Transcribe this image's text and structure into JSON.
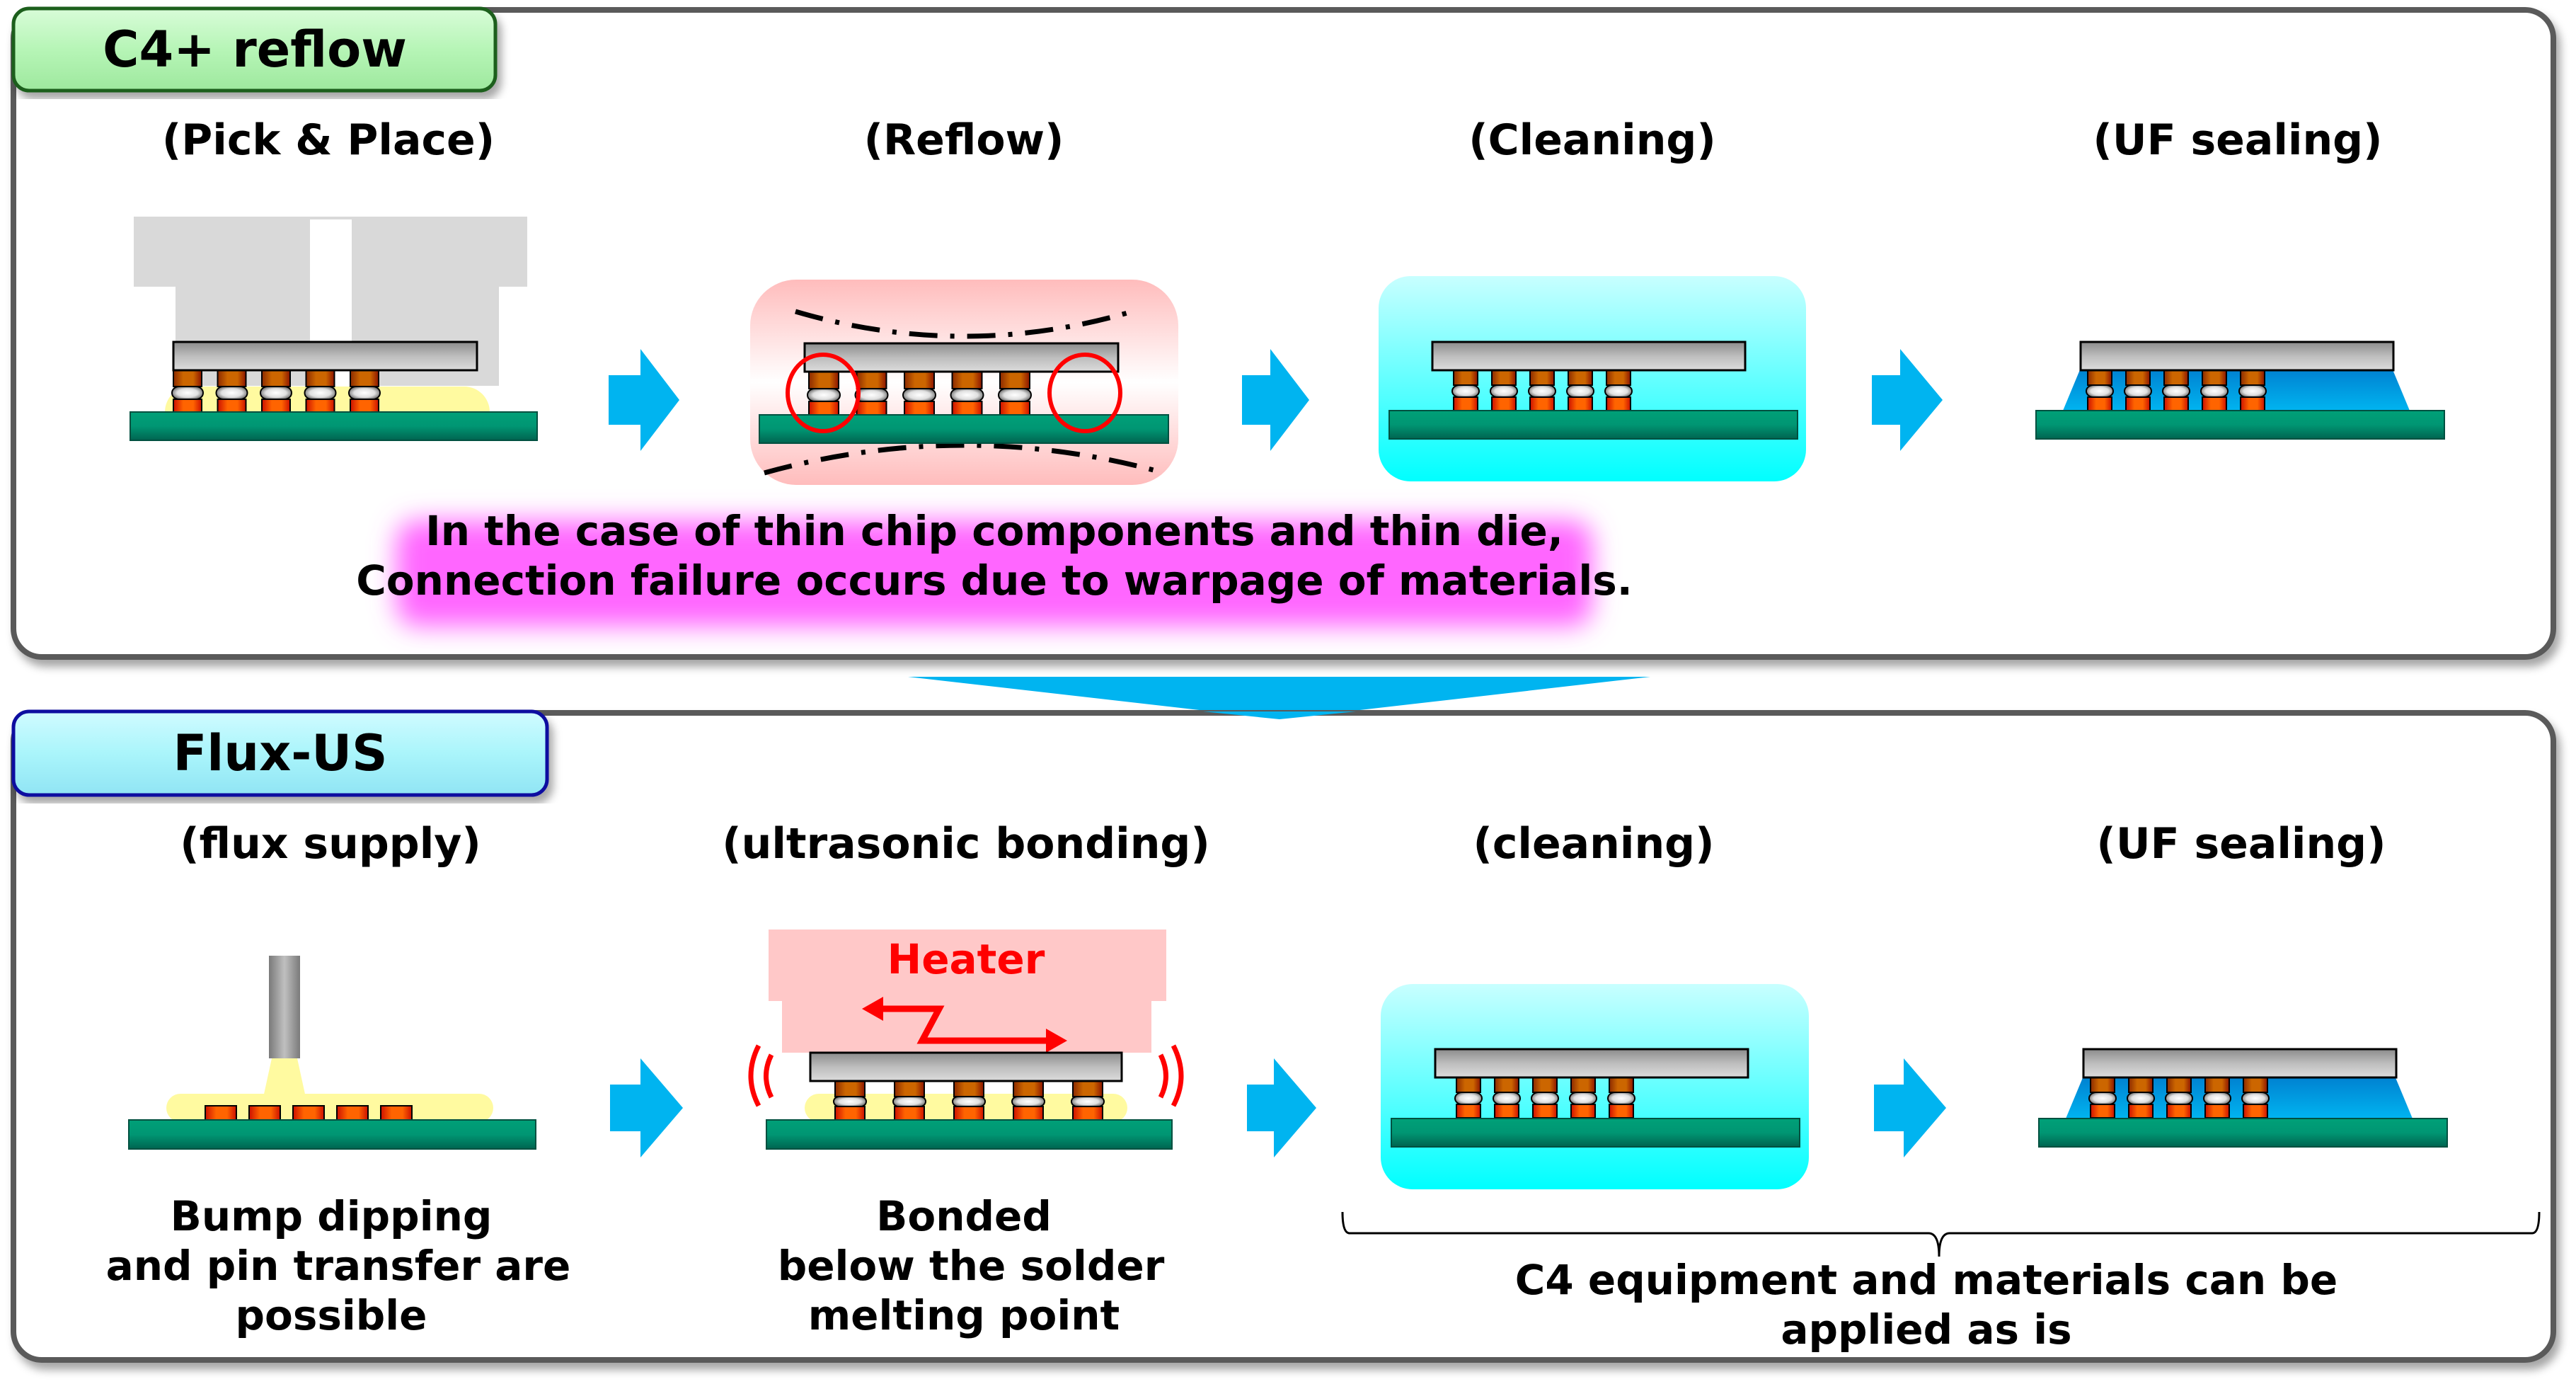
{
  "sections": {
    "c4_reflow": {
      "title": "C4+ reflow",
      "tab_color": "#b6f5b6",
      "tab_border": "#1f5f1f",
      "steps": [
        {
          "label": "(Pick & Place)"
        },
        {
          "label": "(Reflow)"
        },
        {
          "label": "(Cleaning)"
        },
        {
          "label": "(UF sealing)"
        }
      ],
      "warning": {
        "line1": "In the case of thin chip components and thin die,",
        "line2": "Connection failure occurs due to warpage of materials.",
        "highlight_color": "#ff66ff"
      }
    },
    "flux_us": {
      "title": "Flux-US",
      "tab_color": "#aaf5fb",
      "tab_border": "#1010a0",
      "steps": [
        {
          "label": "(flux supply)"
        },
        {
          "label": "(ultrasonic bonding)"
        },
        {
          "label": "(cleaning)"
        },
        {
          "label": "(UF sealing)"
        }
      ],
      "heater_label": "Heater",
      "notes": {
        "flux_supply": [
          "Bump dipping",
          "and pin transfer are",
          "possible"
        ],
        "bonding": [
          "Bonded",
          "below the solder",
          "melting point"
        ],
        "c4_compat": [
          "C4 equipment and materials can be",
          "applied as is"
        ]
      }
    }
  },
  "colors": {
    "arrow": "#00b4f0",
    "substrate": "#009673",
    "substrate_dark": "#006450",
    "die": "#c0c0c0",
    "pillar": "#c86400",
    "pad": "#ff6400",
    "flux": "#fffaa0",
    "underfill": "#0090e0",
    "reflow_bg": "#ffc0c0",
    "cleaning_bg": "#00ffff",
    "warning_circle": "#ff0000",
    "heater_bg": "#ffc8c8",
    "heater_text": "#ff0000",
    "panel_border": "#5a5a5a"
  }
}
